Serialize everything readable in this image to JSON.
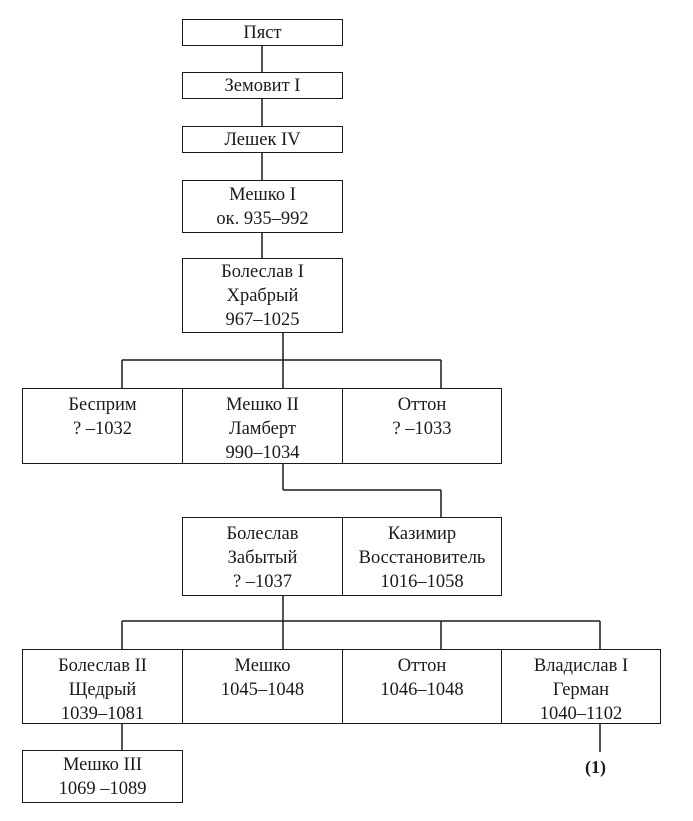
{
  "people": {
    "piast": {
      "lines": [
        "Пяст"
      ]
    },
    "ziemowit": {
      "lines": [
        "Земовит I"
      ]
    },
    "leszek": {
      "lines": [
        "Лешек IV"
      ]
    },
    "mieszko1": {
      "lines": [
        "Мешко I",
        "ок. 935–992"
      ]
    },
    "boleslaw1": {
      "lines": [
        "Болеслав I",
        "Храбрый",
        "967–1025"
      ]
    },
    "bezprym": {
      "lines": [
        "Бесприм",
        "? –1032"
      ]
    },
    "mieszko2": {
      "lines": [
        "Мешко II",
        "Ламберт",
        "990–1034"
      ]
    },
    "otto1": {
      "lines": [
        "Оттон",
        "? –1033"
      ]
    },
    "boleslaw_forgotten": {
      "lines": [
        "Болеслав",
        "Забытый",
        "? –1037"
      ]
    },
    "casimir": {
      "lines": [
        "Казимир",
        "Восстановитель",
        "1016–1058"
      ]
    },
    "boleslaw2": {
      "lines": [
        "Болеслав II",
        "Щедрый",
        "1039–1081"
      ]
    },
    "mieszko_b": {
      "lines": [
        "Мешко",
        "1045–1048"
      ]
    },
    "otto2": {
      "lines": [
        "Оттон",
        "1046–1048"
      ]
    },
    "wladyslaw": {
      "lines": [
        "Владислав I",
        "Герман",
        "1040–1102"
      ]
    },
    "mieszko3": {
      "lines": [
        "Мешко III",
        "1069 –1089"
      ]
    }
  },
  "continuation_note": "(1)"
}
